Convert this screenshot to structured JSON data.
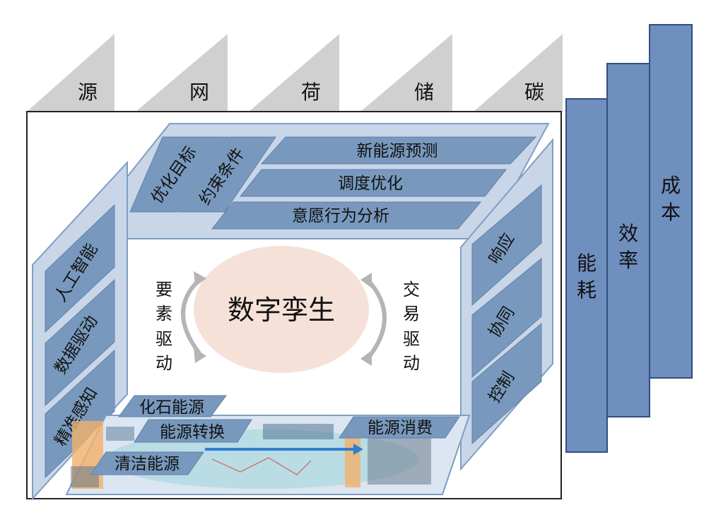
{
  "top_labels": [
    "源",
    "网",
    "荷",
    "储",
    "碳"
  ],
  "bars": [
    {
      "label": "能耗",
      "level": 1
    },
    {
      "label": "效率",
      "level": 2
    },
    {
      "label": "成本",
      "level": 3
    }
  ],
  "top_panel": {
    "slanted_tags": [
      "优化目标",
      "约束条件"
    ],
    "rows": [
      "新能源预测",
      "调度优化",
      "意愿行为分析"
    ]
  },
  "left_panel": {
    "items": [
      "人工智能",
      "数据驱动",
      "精准感知"
    ]
  },
  "right_panel": {
    "items": [
      "响应",
      "协同",
      "控制"
    ]
  },
  "center": {
    "title": "数字孪生",
    "left_caption": [
      "要",
      "素",
      "驱",
      "动"
    ],
    "right_caption": [
      "交",
      "易",
      "驱",
      "动"
    ]
  },
  "bottom_panel": {
    "tags": [
      "化石能源",
      "能源转换",
      "能源消费",
      "清洁能源"
    ]
  },
  "colors": {
    "panel_fill": "#c8d6e8",
    "panel_stroke": "#7f9ec2",
    "tag_fill": "#7899bd",
    "tag_dark": "#5f81ac",
    "bar_fill": "#6f8fbf",
    "bar_stroke": "#2f4f7f",
    "triangle_fill": "#d0d0d0",
    "circle_fill": "#f6e1d8",
    "arrow_color": "#b5b5b5"
  }
}
